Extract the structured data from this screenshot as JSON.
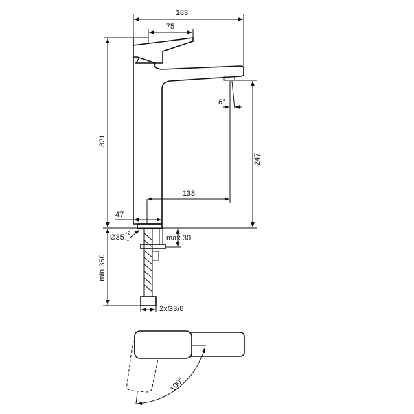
{
  "drawing": {
    "dimensions": {
      "overall_width": "183",
      "lever_length": "75",
      "overall_height": "321",
      "spout_height": "247",
      "spout_angle": "6°",
      "spout_reach": "138",
      "body_width": "47",
      "hole_diameter": "Ø35",
      "hole_tol_plus": "+2",
      "hole_tol_minus": "-1",
      "max_deck_thickness": "max.30",
      "min_hose_length": "min.350",
      "connection": "2xG3/8",
      "lever_rotation": "100°"
    }
  }
}
